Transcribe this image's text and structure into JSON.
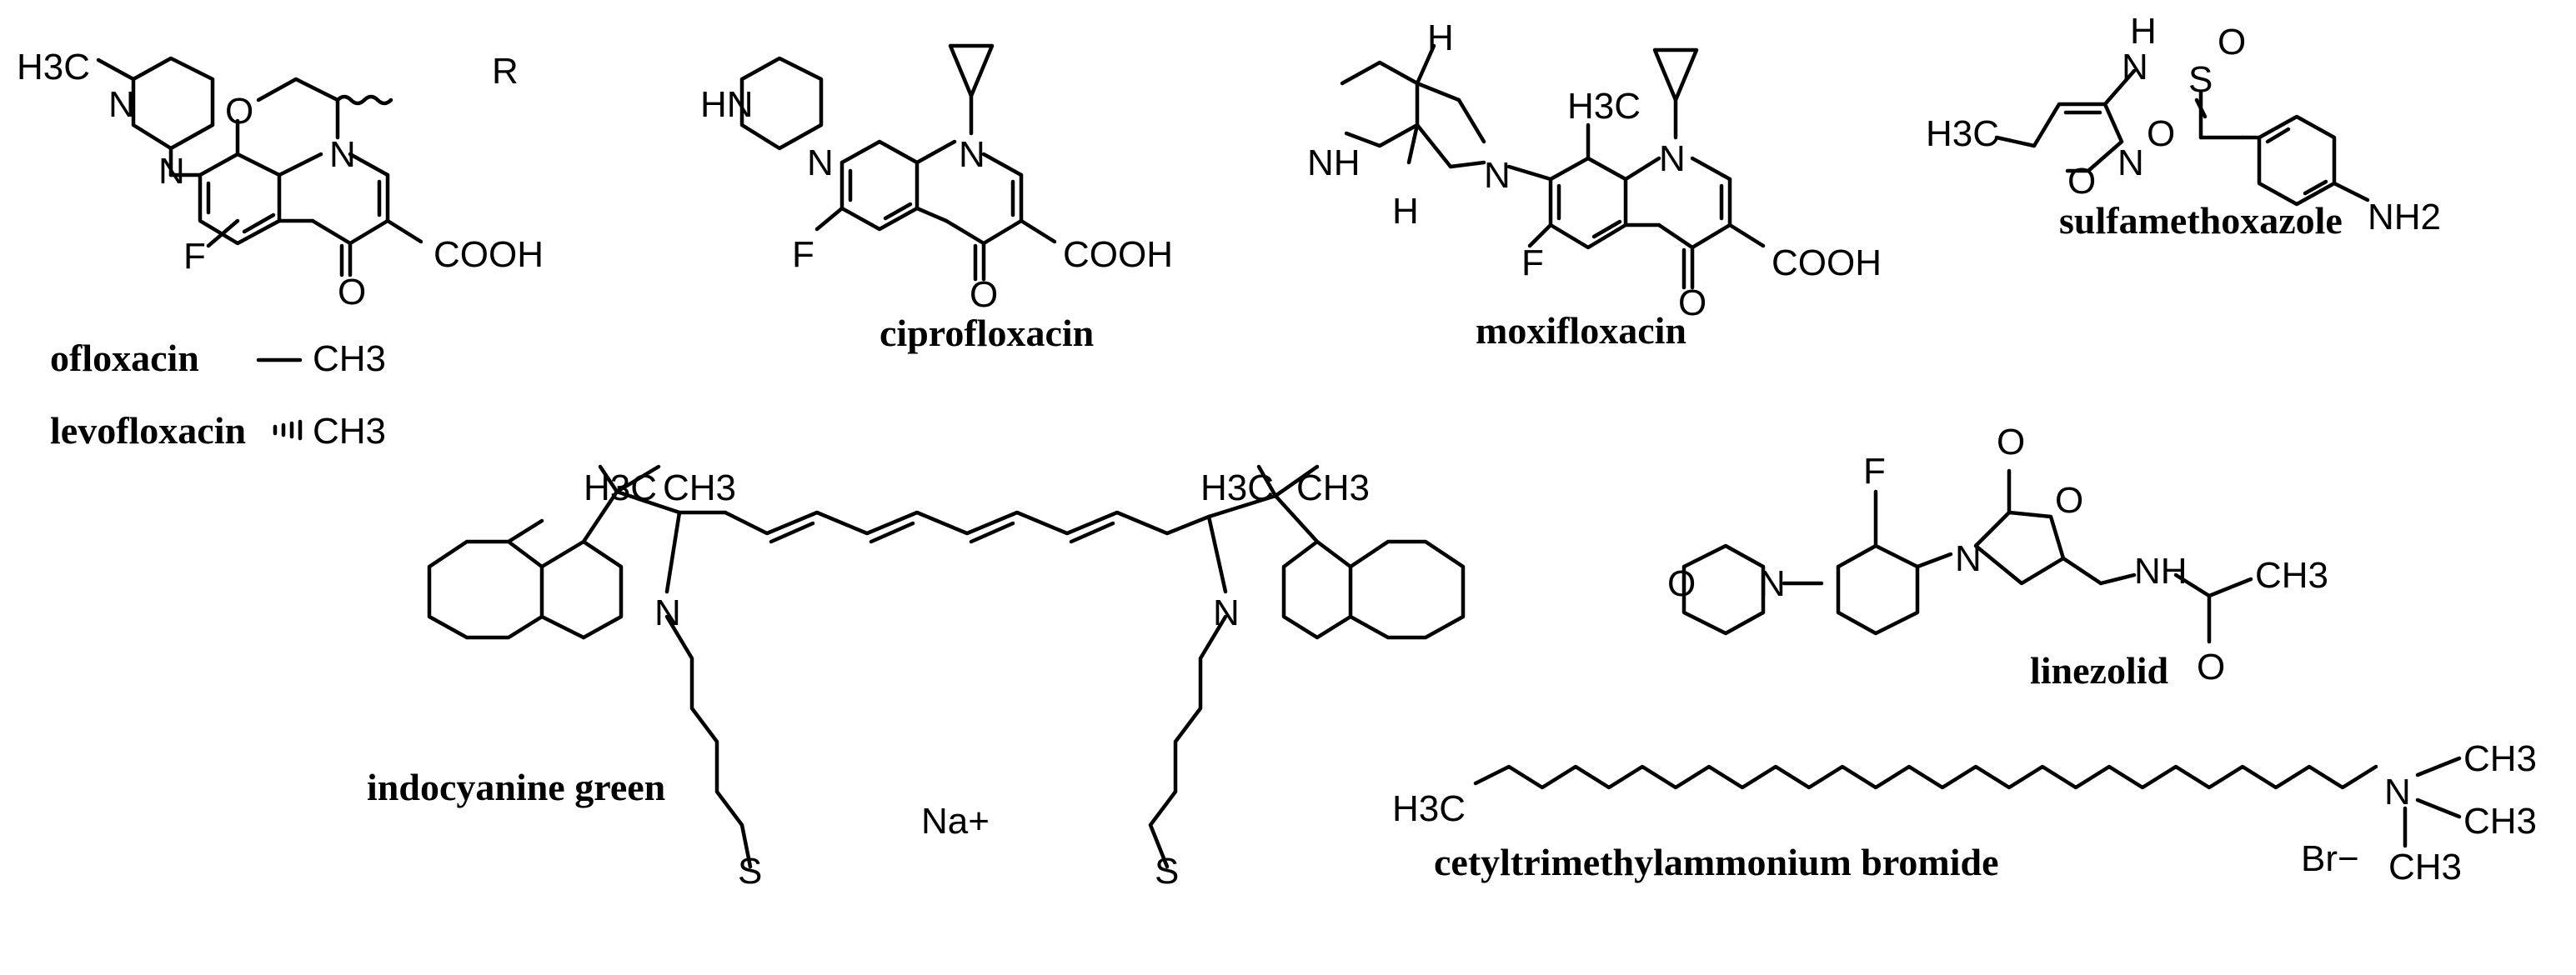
{
  "labels": {
    "ofloxacin": "ofloxacin",
    "levofloxacin": "levofloxacin",
    "ciprofloxacin": "ciprofloxacin",
    "moxifloxacin": "moxifloxacin",
    "sulfamethoxazole": "sulfamethoxazole",
    "linezolid": "linezolid",
    "indocyanine_green": "indocyanine green",
    "ctab": "cetyltrimethylammonium bromide"
  },
  "stereo_legend": {
    "ofloxacin_ch3": "CH3",
    "levofloxacin_ch3": "CH3"
  },
  "ions": {
    "sodium": "Na+",
    "bromide": "Br−"
  },
  "atoms": {
    "oflox_r": "R",
    "cooh": "COOH",
    "n": "N",
    "o": "O",
    "f": "F",
    "hn": "HN",
    "h": "H",
    "h3c": "H3C",
    "ch3": "CH3",
    "nh": "NH",
    "nh2": "NH2",
    "s": "S"
  }
}
